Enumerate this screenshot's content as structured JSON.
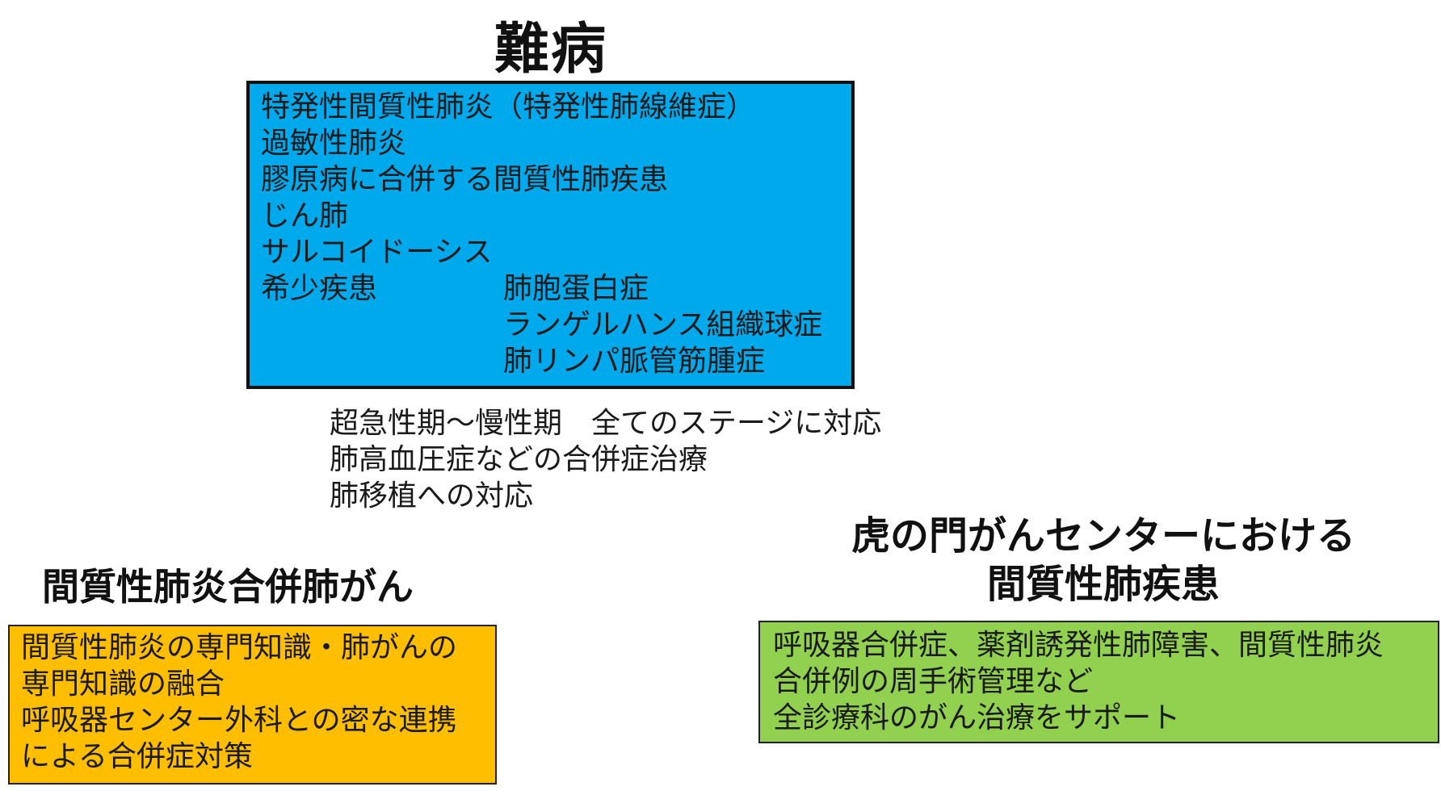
{
  "nanbyo": {
    "title": "難病",
    "diseases": [
      "特発性間質性肺炎（特発性肺線維症）",
      "過敏性肺炎",
      "膠原病に合併する間質性肺疾患",
      "じん肺",
      "サルコイドーシス"
    ],
    "rare_label": "希少疾患",
    "rare_items": [
      "肺胞蛋白症",
      "ランゲルハンス組織球症",
      "肺リンパ脈管筋腫症"
    ],
    "notes": [
      "超急性期～慢性期　全てのステージに対応",
      "肺高血圧症などの合併症治療",
      "肺移植への対応"
    ]
  },
  "ild_cancer": {
    "title": "間質性肺炎合併肺がん",
    "lines": [
      "間質性肺炎の専門知識・肺がんの",
      "専門知識の融合",
      "呼吸器センター外科との密な連携",
      "による合併症対策"
    ]
  },
  "toranomon": {
    "title_line1": "虎の門がんセンターにおける",
    "title_line2": "間質性肺疾患",
    "lines": [
      "呼吸器合併症、薬剤誘発性肺障害、間質性肺炎",
      "合併例の周手術管理など",
      "全診療科のがん治療をサポート"
    ]
  },
  "colors": {
    "blue_box": "#00a9ec",
    "orange_box": "#ffbf00",
    "green_box": "#92d050"
  }
}
